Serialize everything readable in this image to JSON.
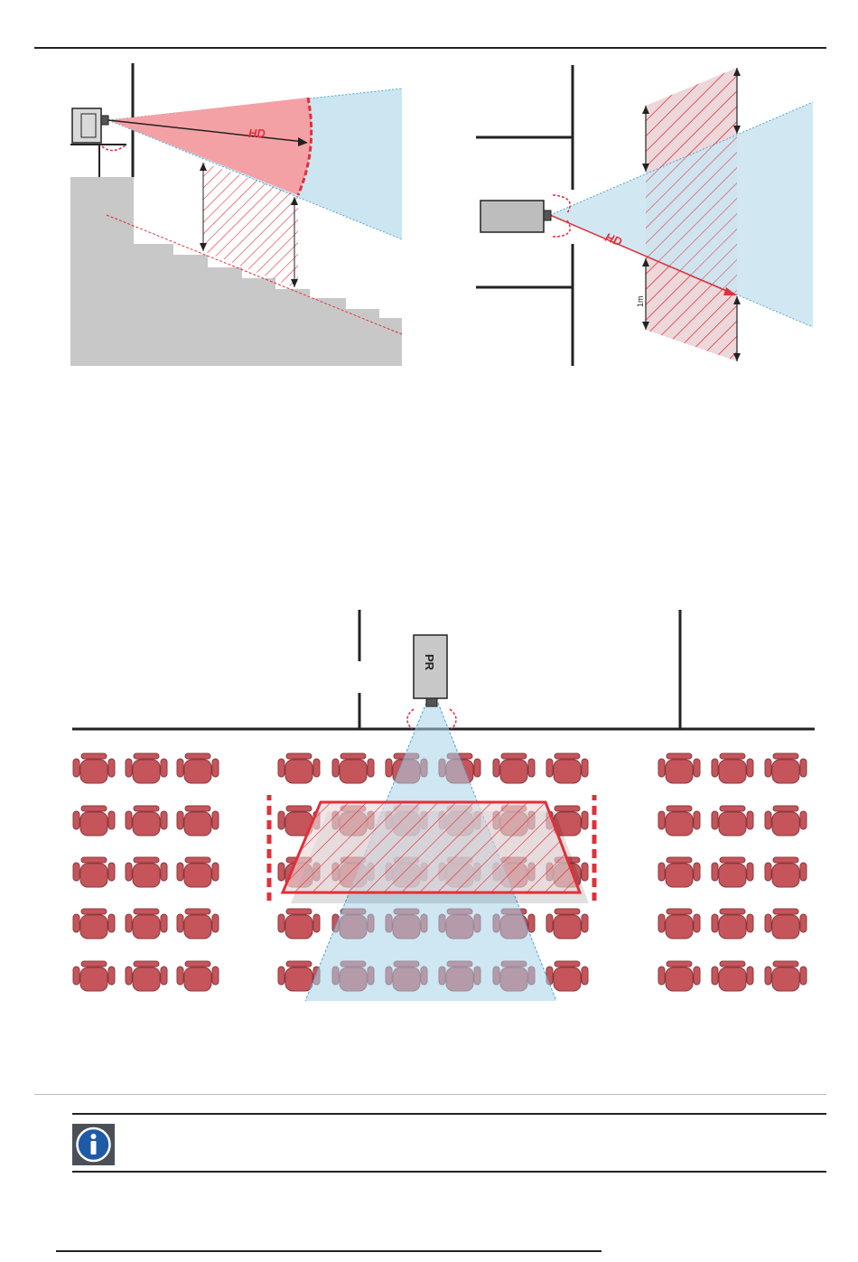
{
  "figures": {
    "side_view": {
      "hd_label": "HD"
    },
    "top_view": {
      "hd_label": "HD",
      "distance_label": "1m"
    },
    "plan_view": {
      "projector_label": "PR"
    }
  },
  "info_note": {
    "icon": "info-icon",
    "text": ""
  },
  "colors": {
    "hazard_red": "#e0303a",
    "beam_red": "#f4a1a6",
    "beam_blue": "#cce6f1",
    "floor_grey": "#c8c8c8",
    "seat_red": "#c5555b",
    "info_badge_bg": "#4b4f57",
    "info_badge_fg": "#1f5aa6"
  }
}
